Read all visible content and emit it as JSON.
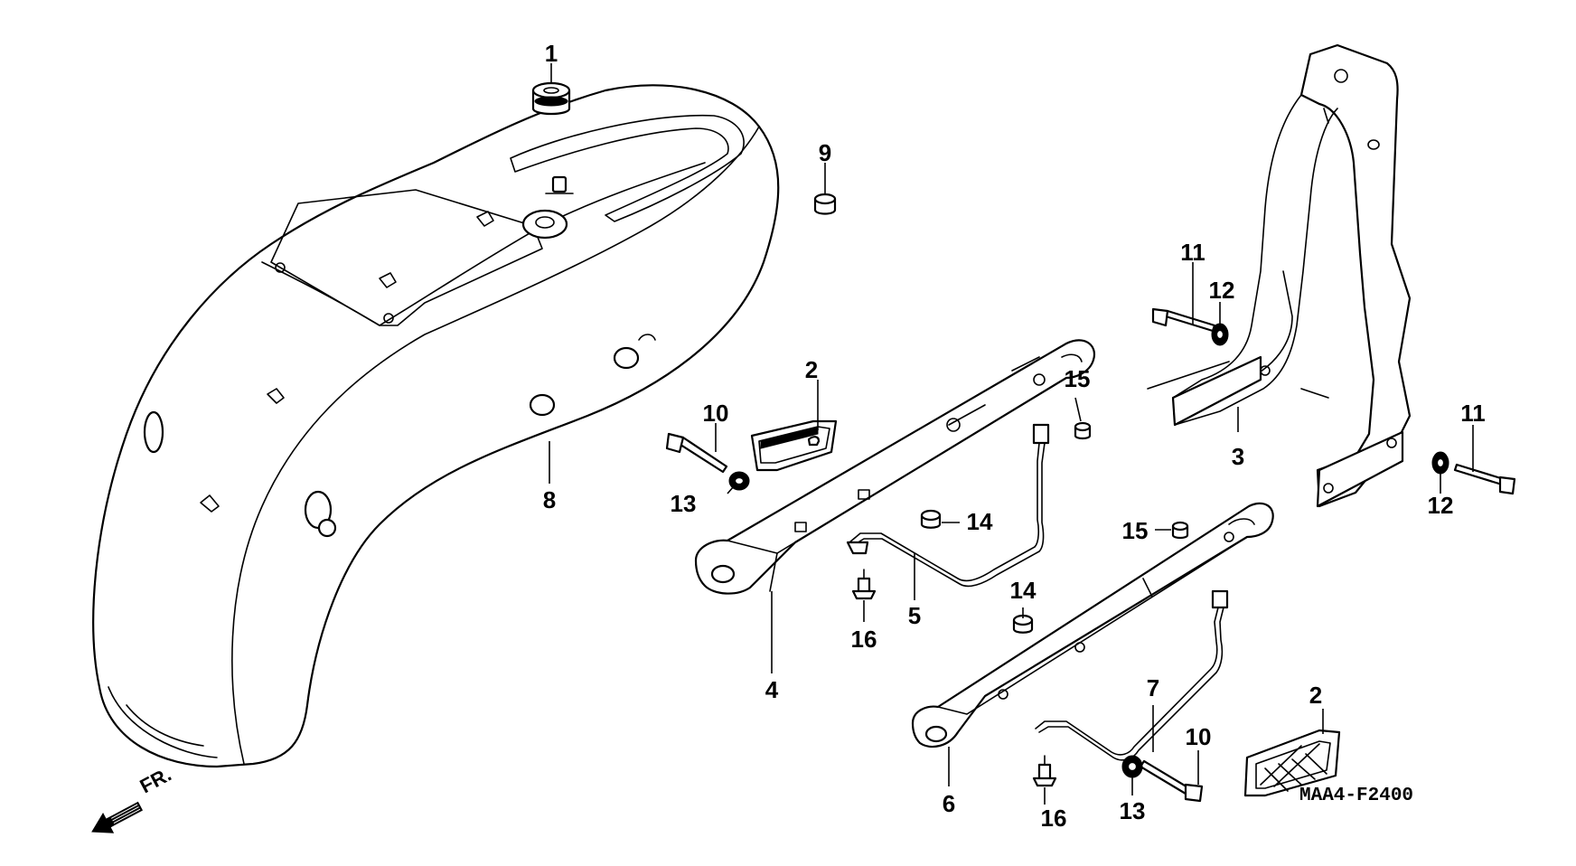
{
  "diagram_code": "MAA4-F2400",
  "direction_label": "FR.",
  "callouts": [
    {
      "id": "c1",
      "label": "1"
    },
    {
      "id": "c2a",
      "label": "2"
    },
    {
      "id": "c2b",
      "label": "2"
    },
    {
      "id": "c3",
      "label": "3"
    },
    {
      "id": "c4",
      "label": "4"
    },
    {
      "id": "c5",
      "label": "5"
    },
    {
      "id": "c6",
      "label": "6"
    },
    {
      "id": "c7",
      "label": "7"
    },
    {
      "id": "c8",
      "label": "8"
    },
    {
      "id": "c9",
      "label": "9"
    },
    {
      "id": "c10a",
      "label": "10"
    },
    {
      "id": "c10b",
      "label": "10"
    },
    {
      "id": "c11a",
      "label": "11"
    },
    {
      "id": "c11b",
      "label": "11"
    },
    {
      "id": "c12a",
      "label": "12"
    },
    {
      "id": "c12b",
      "label": "12"
    },
    {
      "id": "c13a",
      "label": "13"
    },
    {
      "id": "c13b",
      "label": "13"
    },
    {
      "id": "c14a",
      "label": "14"
    },
    {
      "id": "c14b",
      "label": "14"
    },
    {
      "id": "c15a",
      "label": "15"
    },
    {
      "id": "c15b",
      "label": "15"
    },
    {
      "id": "c16a",
      "label": "16"
    },
    {
      "id": "c16b",
      "label": "16"
    }
  ]
}
